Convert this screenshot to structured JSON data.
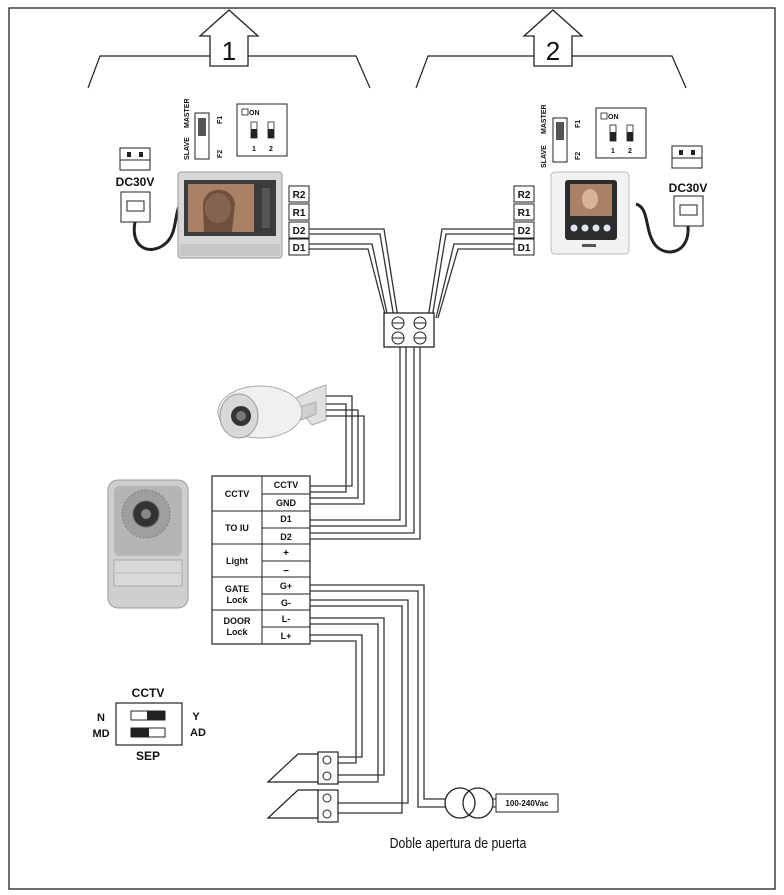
{
  "apartments": [
    {
      "number": "1",
      "power_label": "DC30V",
      "switch_labels": {
        "slave": "SLAVE",
        "master": "MASTER",
        "f1": "F1",
        "f2": "F2",
        "on": "ON",
        "pos1": "1",
        "pos2": "2"
      },
      "terminals": [
        "R2",
        "R1",
        "D2",
        "D1"
      ]
    },
    {
      "number": "2",
      "power_label": "DC30V",
      "switch_labels": {
        "slave": "SLAVE",
        "master": "MASTER",
        "f1": "F1",
        "f2": "F2",
        "on": "ON",
        "pos1": "1",
        "pos2": "2"
      },
      "terminals": [
        "R2",
        "R1",
        "D2",
        "D1"
      ]
    }
  ],
  "outdoor_terminal_block": {
    "groups": [
      {
        "name": "CCTV",
        "pins": [
          "CCTV",
          "GND"
        ]
      },
      {
        "name": "TO IU",
        "pins": [
          "D1",
          "D2"
        ]
      },
      {
        "name": "Light",
        "pins": [
          "+",
          "−"
        ]
      },
      {
        "name": "GATE\nLock",
        "pins": [
          "G+",
          "G-"
        ]
      },
      {
        "name": "DOOR\nLock",
        "pins": [
          "L-",
          "L+"
        ]
      }
    ]
  },
  "dip_switch": {
    "top": "CCTV",
    "bottom": "SEP",
    "left_top": "N",
    "left_bottom": "MD",
    "right_top": "Y",
    "right_bottom": "AD"
  },
  "power_supply_label": "100-240Vac",
  "caption": "Doble apertura de puerta"
}
